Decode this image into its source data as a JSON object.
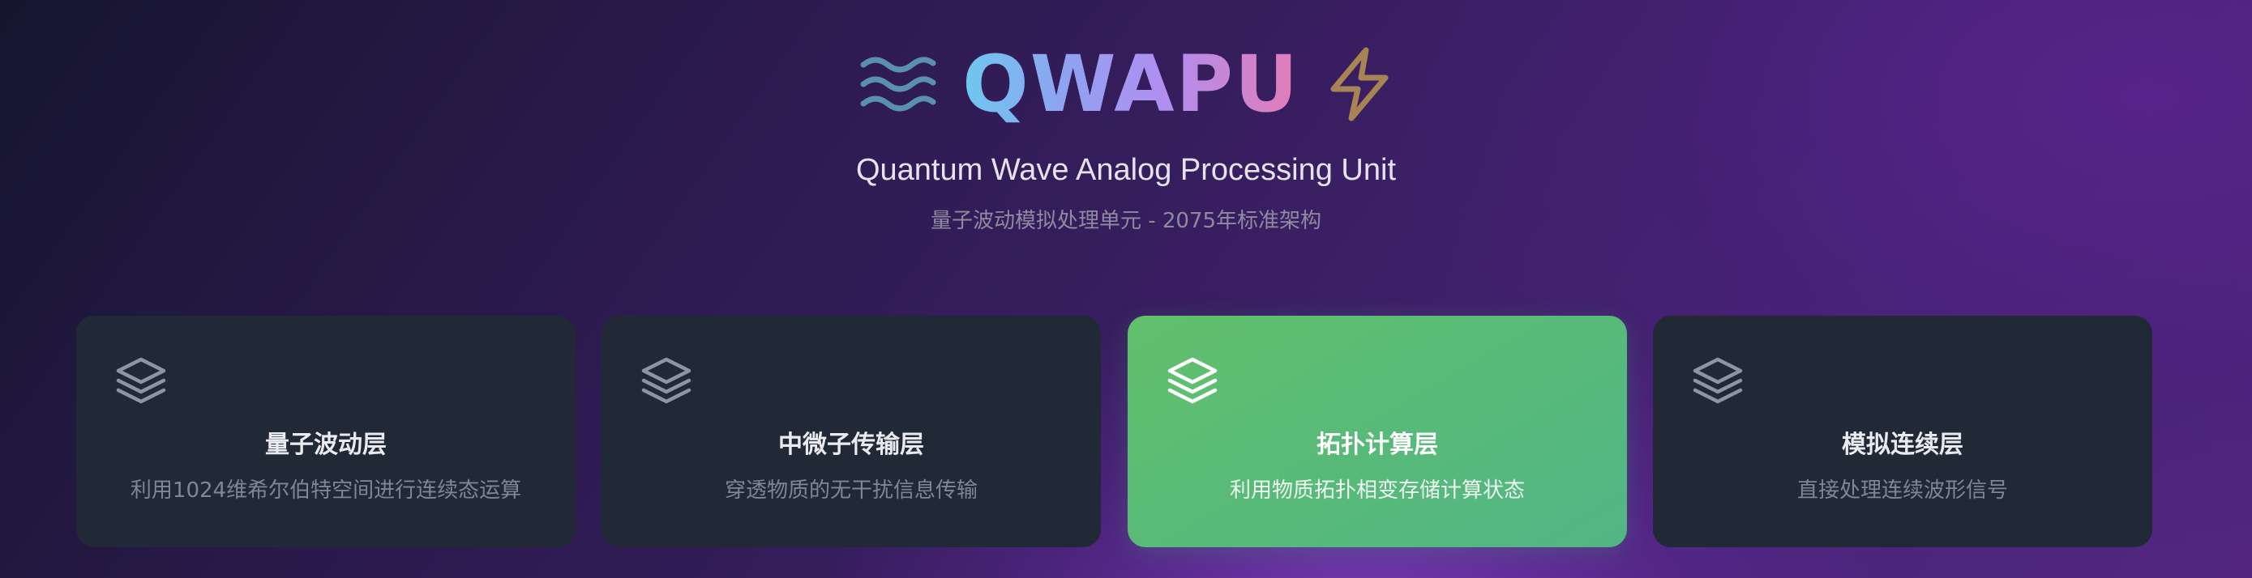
{
  "header": {
    "title": "QWAPU",
    "subtitle": "Quantum Wave Analog Processing Unit",
    "subtitle_cn": "量子波动模拟处理单元 - 2075年标准架构",
    "left_icon": "waves-icon",
    "right_icon": "lightning-bolt-icon"
  },
  "colors": {
    "title_gradient": [
      "#6ec8ee",
      "#8ea3f2",
      "#b18ef0",
      "#e27db6"
    ],
    "wave_icon": "#5b8fb0",
    "bolt_icon": "#a88455",
    "card_bg": "#212836",
    "active_card_bg": "#5cbc74"
  },
  "cards": [
    {
      "icon": "layers-icon",
      "title": "量子波动层",
      "description": "利用1024维希尔伯特空间进行连续态运算",
      "active": false
    },
    {
      "icon": "layers-icon",
      "title": "中微子传输层",
      "description": "穿透物质的无干扰信息传输",
      "active": false
    },
    {
      "icon": "layers-icon",
      "title": "拓扑计算层",
      "description": "利用物质拓扑相变存储计算状态",
      "active": true
    },
    {
      "icon": "layers-icon",
      "title": "模拟连续层",
      "description": "直接处理连续波形信号",
      "active": false
    }
  ]
}
